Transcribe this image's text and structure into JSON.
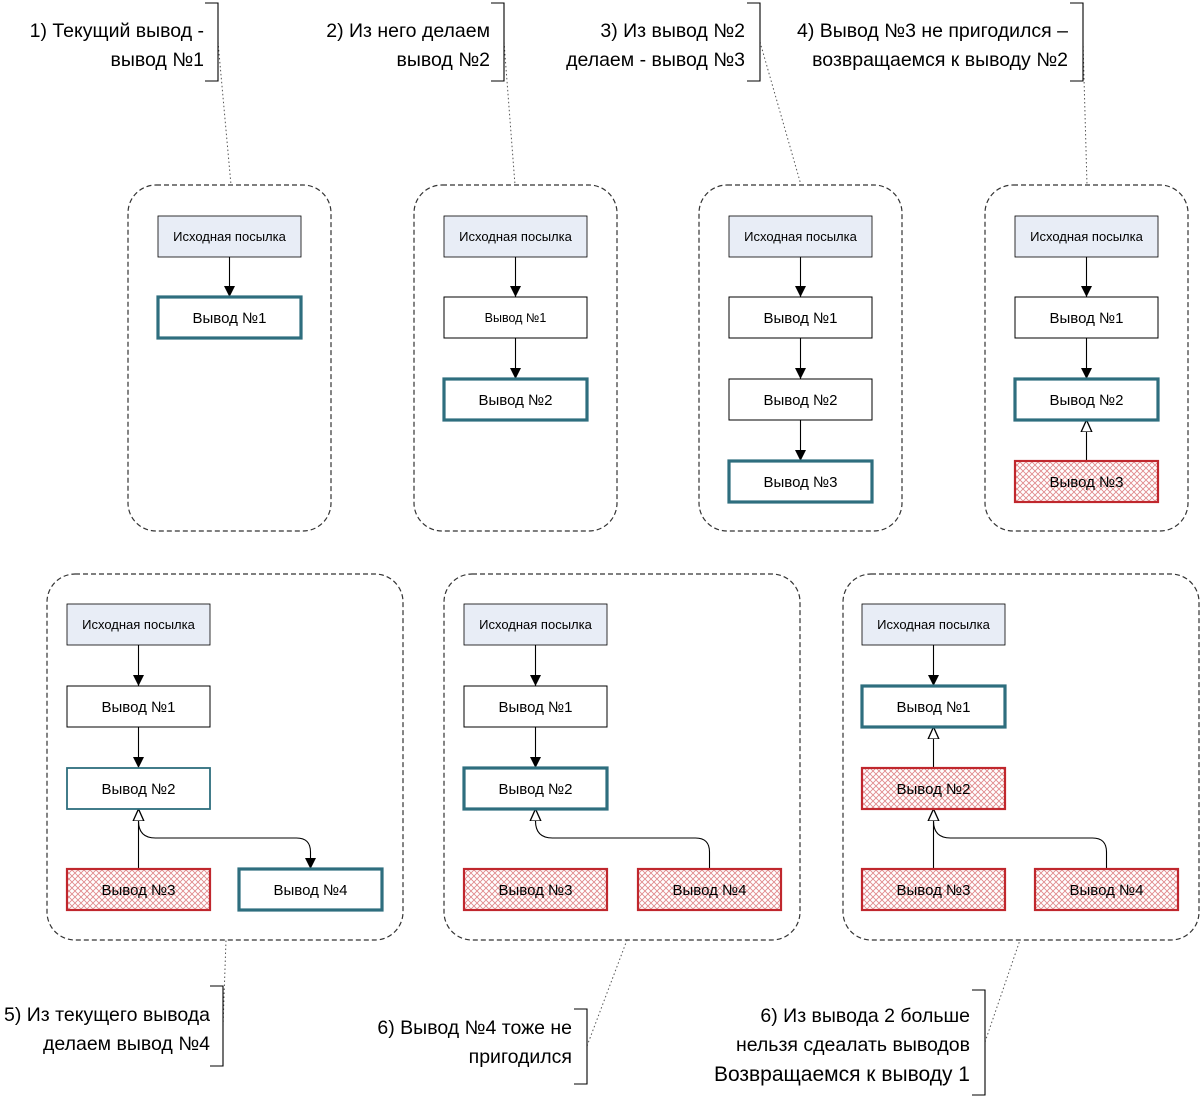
{
  "colors": {
    "source_fill": "#e8edf6",
    "current_stroke": "#2e6e7e",
    "rejected_stroke": "#c0272d",
    "rejected_hatch": "#e08a8c",
    "normal_stroke": "#000000",
    "group_border": "#333333"
  },
  "labels": {
    "source": "Исходная посылка",
    "c1": "Вывод №1",
    "c2": "Вывод №2",
    "c3": "Вывод №3",
    "c4": "Вывод №4"
  },
  "notes": [
    {
      "id": "step1",
      "lines": [
        "1) Текущий вывод -",
        "вывод №1"
      ]
    },
    {
      "id": "step2",
      "lines": [
        "2) Из него делаем",
        "вывод №2"
      ]
    },
    {
      "id": "step3",
      "lines": [
        "3) Из вывод №2",
        "делаем - вывод №3"
      ]
    },
    {
      "id": "step4",
      "lines": [
        "4) Вывод №3 не пригодился –",
        "возвращаемся к выводу №2"
      ]
    },
    {
      "id": "step5",
      "lines": [
        "5) Из текущего вывода",
        "делаем вывод №4"
      ]
    },
    {
      "id": "step6a",
      "lines": [
        "6) Вывод №4 тоже не",
        "пригодился"
      ]
    },
    {
      "id": "step6b",
      "lines": [
        "6) Из вывода 2 больше",
        "нельзя сдеалать выводов",
        "Возвращаемся к выводу 1"
      ]
    }
  ]
}
